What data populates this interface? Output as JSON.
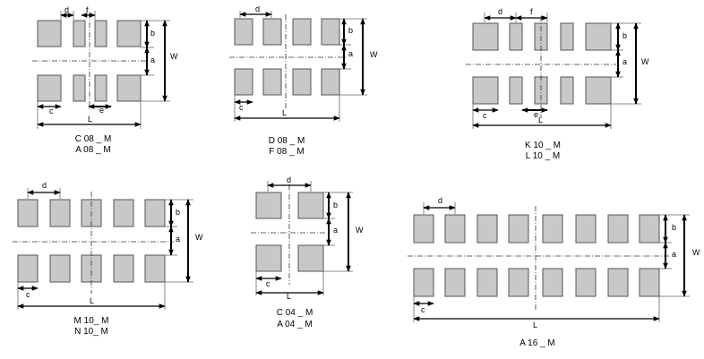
{
  "diagrams": [
    {
      "id": "c08",
      "captions": [
        "C 08 _ M",
        "A 08 _ M"
      ],
      "labels": [
        "d",
        "f",
        "b",
        "a",
        "W",
        "c",
        "e",
        "L"
      ]
    },
    {
      "id": "d08",
      "captions": [
        "D 08 _ M",
        "F 08 _ M"
      ],
      "labels": [
        "d",
        "b",
        "a",
        "W",
        "c",
        "L"
      ]
    },
    {
      "id": "k10",
      "captions": [
        "K 10 _ M",
        "L 10 _ M"
      ],
      "labels": [
        "d",
        "f",
        "b",
        "a",
        "W",
        "c",
        "e",
        "L"
      ]
    },
    {
      "id": "m10",
      "captions": [
        "M 10_ M",
        "N 10_ M"
      ],
      "labels": [
        "d",
        "b",
        "a",
        "W",
        "c",
        "L"
      ]
    },
    {
      "id": "c04",
      "captions": [
        "C 04 _ M",
        "A 04 _ M"
      ],
      "labels": [
        "d",
        "b",
        "a",
        "W",
        "c",
        "L"
      ]
    },
    {
      "id": "a16",
      "captions": [
        "A 16 _ M"
      ],
      "labels": [
        "d",
        "b",
        "a",
        "W",
        "c",
        "L"
      ]
    }
  ]
}
